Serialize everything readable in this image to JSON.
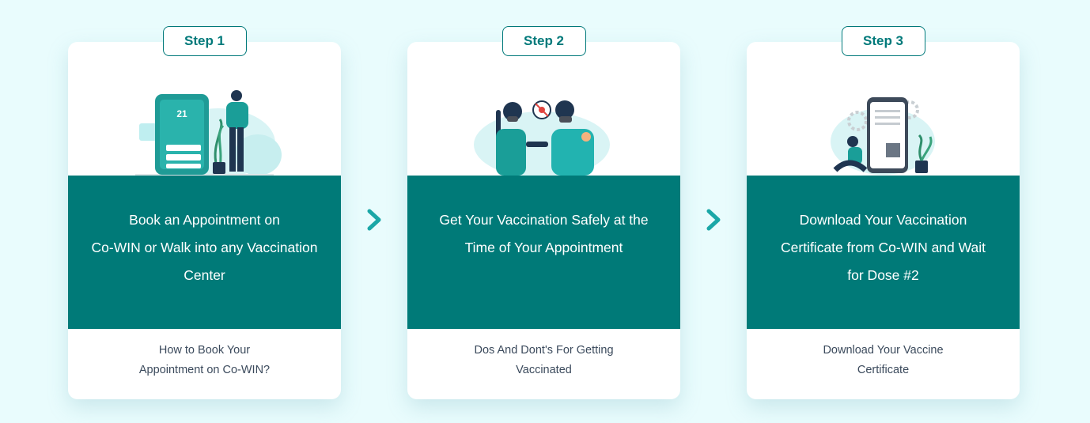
{
  "colors": {
    "background": "#e9fcfd",
    "teal": "#007a78",
    "accent_arrow": "#1aa7a7",
    "link_text": "#3b4a5c"
  },
  "steps": [
    {
      "badge": "Step 1",
      "illustration_icon": "booking-calendar-illustration",
      "title_lines": [
        "Book an Appointment on",
        "Co-WIN or Walk into any Vaccination",
        "Center"
      ],
      "link_lines": [
        "How to Book Your",
        "Appointment on Co-WIN?"
      ]
    },
    {
      "badge": "Step 2",
      "illustration_icon": "vaccination-illustration",
      "title_lines": [
        "Get Your Vaccination Safely at the",
        "Time of Your Appointment"
      ],
      "link_lines": [
        "Dos And Dont's For Getting",
        "Vaccinated"
      ]
    },
    {
      "badge": "Step 3",
      "illustration_icon": "certificate-download-illustration",
      "title_lines": [
        "Download Your Vaccination",
        "Certificate from Co-WIN and Wait",
        "for Dose #2"
      ],
      "link_lines": [
        "Download Your Vaccine",
        "Certificate"
      ]
    }
  ],
  "arrows": [
    "chevron-right-icon",
    "chevron-right-icon"
  ]
}
